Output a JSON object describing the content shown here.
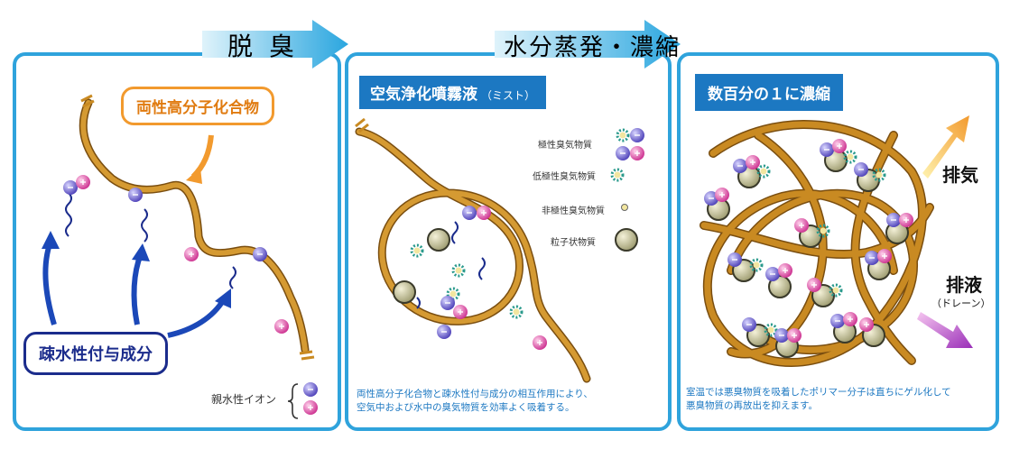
{
  "arrows": {
    "deodorize": "脱臭",
    "evaporate": "水分蒸発・濃縮"
  },
  "panel1": {
    "amphiphilic_label": "両性高分子化合物",
    "hydrophobic_label": "疎水性付与成分",
    "ion_label": "親水性イオン"
  },
  "panel2": {
    "header": "空気浄化噴霧液",
    "header_small": "（ミスト）",
    "legend": [
      "極性臭気物質",
      "低極性臭気物質",
      "非極性臭気物質",
      "粒子状物質"
    ],
    "caption_line1": "両性高分子化合物と疎水性付与成分の相互作用により、",
    "caption_line2": "空気中および水中の臭気物質を効率よく吸着する。"
  },
  "panel3": {
    "header": "数百分の１に濃縮",
    "exhaust": "排気",
    "drain": "排液",
    "drain_sub": "（ドレーン）",
    "caption_line1": "室温では悪臭物質を吸着したポリマー分子は直ちにゲル化して",
    "caption_line2": "悪臭物質の再放出を抑えます。"
  },
  "colors": {
    "frame": "#2fa3dc",
    "header": "#1c78c2",
    "polymer": "#c98a22",
    "orange_callout": "#f29a2e",
    "navy": "#1b2c8c",
    "ion_purple": "#5b4ec8",
    "ion_magenta": "#d6389a"
  }
}
